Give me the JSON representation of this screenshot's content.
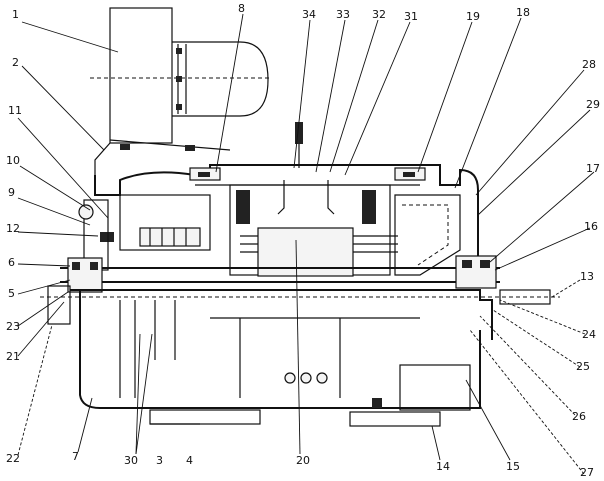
{
  "diagram": {
    "callouts": [
      {
        "key": "c1",
        "text": "1"
      },
      {
        "key": "c2",
        "text": "2"
      },
      {
        "key": "c8",
        "text": "8"
      },
      {
        "key": "c34",
        "text": "34"
      },
      {
        "key": "c33",
        "text": "33"
      },
      {
        "key": "c32",
        "text": "32"
      },
      {
        "key": "c31",
        "text": "31"
      },
      {
        "key": "c19",
        "text": "19"
      },
      {
        "key": "c18",
        "text": "18"
      },
      {
        "key": "c28",
        "text": "28"
      },
      {
        "key": "c29",
        "text": "29"
      },
      {
        "key": "c11",
        "text": "11"
      },
      {
        "key": "c10",
        "text": "10"
      },
      {
        "key": "c9",
        "text": "9"
      },
      {
        "key": "c12",
        "text": "12"
      },
      {
        "key": "c6",
        "text": "6"
      },
      {
        "key": "c5",
        "text": "5"
      },
      {
        "key": "c23",
        "text": "23"
      },
      {
        "key": "c21",
        "text": "21"
      },
      {
        "key": "c17",
        "text": "17"
      },
      {
        "key": "c16",
        "text": "16"
      },
      {
        "key": "c13",
        "text": "13"
      },
      {
        "key": "c24",
        "text": "24"
      },
      {
        "key": "c25",
        "text": "25"
      },
      {
        "key": "c26",
        "text": "26"
      },
      {
        "key": "c27",
        "text": "27"
      },
      {
        "key": "c22",
        "text": "22"
      },
      {
        "key": "c7",
        "text": "7"
      },
      {
        "key": "c30",
        "text": "30"
      },
      {
        "key": "c3",
        "text": "3"
      },
      {
        "key": "c4",
        "text": "4"
      },
      {
        "key": "c20",
        "text": "20"
      },
      {
        "key": "c14",
        "text": "14"
      },
      {
        "key": "c15",
        "text": "15"
      }
    ]
  }
}
